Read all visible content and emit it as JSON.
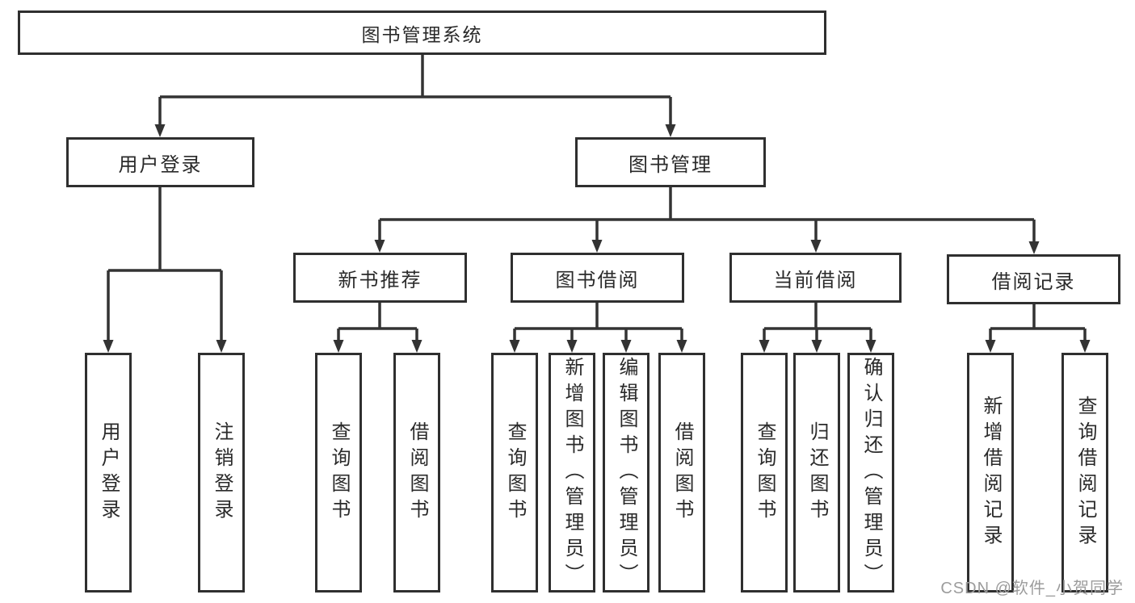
{
  "root": {
    "label": "图书管理系统"
  },
  "level2": [
    {
      "label": "用户登录"
    },
    {
      "label": "图书管理"
    }
  ],
  "level3": [
    {
      "label": "新书推荐"
    },
    {
      "label": "图书借阅"
    },
    {
      "label": "当前借阅"
    },
    {
      "label": "借阅记录"
    }
  ],
  "leaf_groups": [
    [
      "用户登录",
      "注销登录"
    ],
    [
      "查询图书",
      "借阅图书"
    ],
    [
      "查询图书",
      "新增图书（管理员）",
      "编辑图书（管理员）",
      "借阅图书"
    ],
    [
      "查询图书",
      "归还图书",
      "确认归还（管理员）"
    ],
    [
      "新增借阅记录",
      "查询借阅记录"
    ]
  ],
  "watermark": "CSDN @软件_小贺同学",
  "colors": {
    "line": "#333333",
    "text": "#2a2a2a",
    "watermark": "#9c9c9c",
    "background": "#ffffff"
  }
}
